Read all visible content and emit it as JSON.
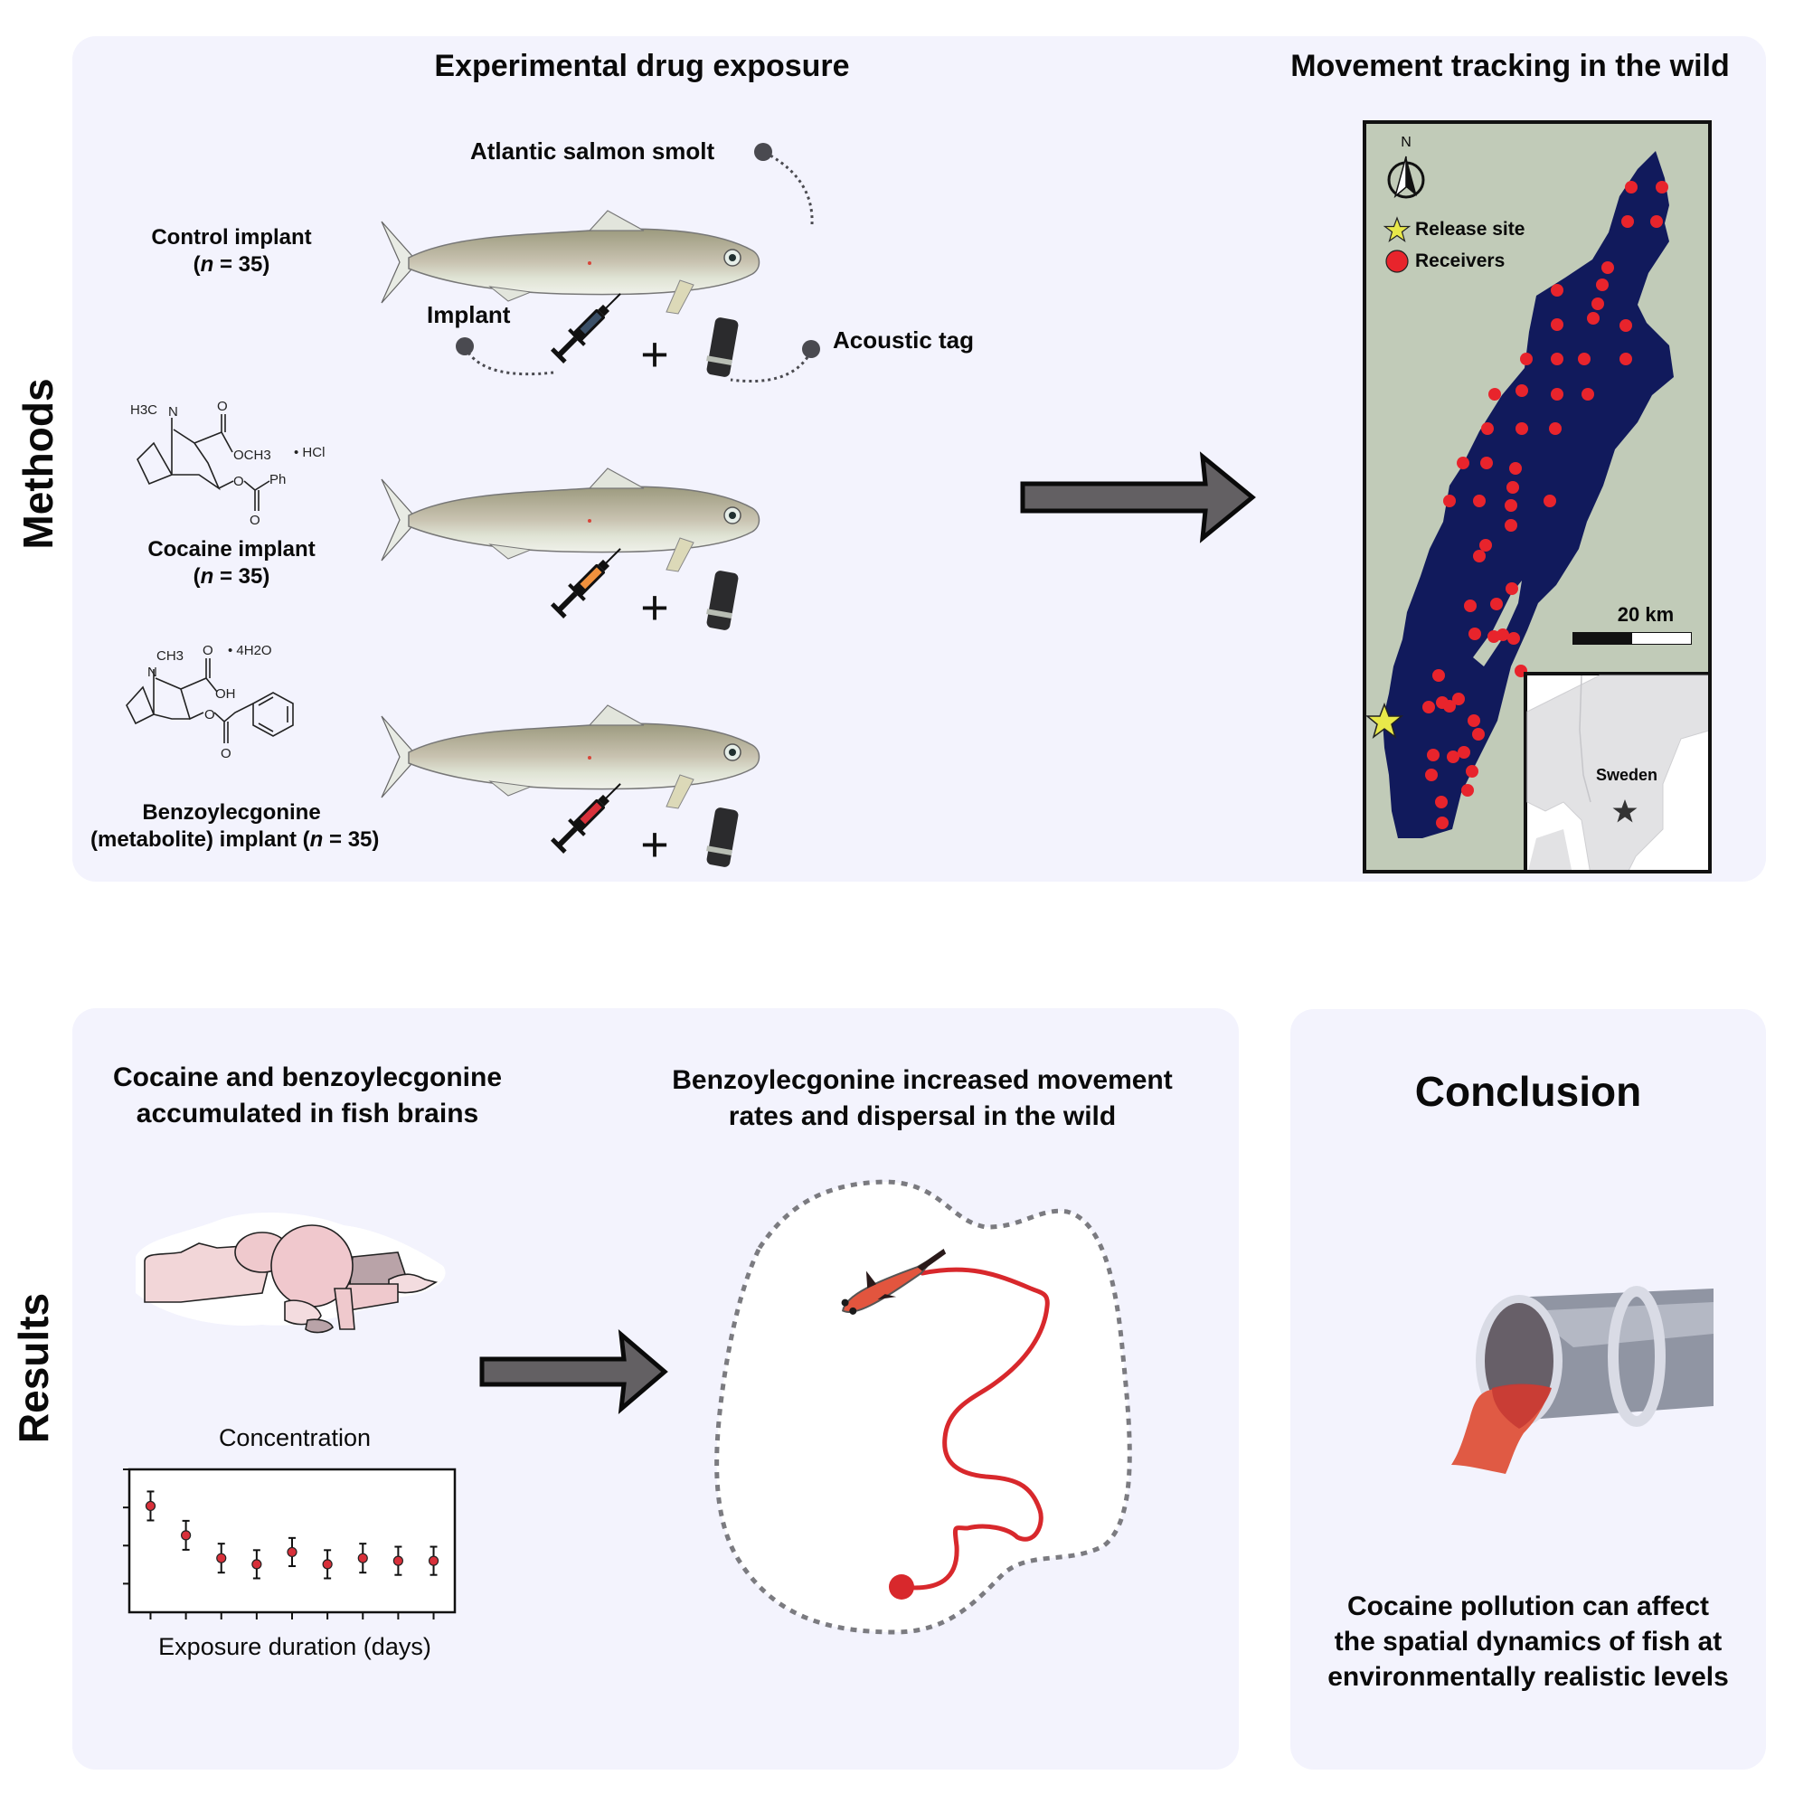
{
  "sections": {
    "methods_label": "Methods",
    "results_label": "Results"
  },
  "methods": {
    "exposure_title": "Experimental drug exposure",
    "tracking_title": "Movement tracking in the wild",
    "fish_callout": "Atlantic salmon smolt",
    "implant_callout": "Implant",
    "tag_callout": "Acoustic tag",
    "plus_sign": "+",
    "groups": [
      {
        "name": "Control implant",
        "n_label": "(n = 35)",
        "n_prefix": "(",
        "n_var": "n",
        "n_suffix": " = 35)",
        "syringe_color": "#3b5068"
      },
      {
        "name": "Cocaine implant",
        "n_prefix": "(",
        "n_var": "n",
        "n_suffix": " = 35)",
        "syringe_color": "#f0913d",
        "formula": {
          "methyl_n": "H3C",
          "n_atom": "N",
          "ester": "OCH3",
          "salt": "• HCl",
          "ph": "Ph",
          "o1": "O",
          "o2": "O",
          "o3": "O"
        }
      },
      {
        "name": "Benzoylecgonine",
        "name_line2_prefix": "(metabolite) implant (",
        "n_var": "n",
        "n_suffix": " = 35)",
        "syringe_color": "#d8303a",
        "formula": {
          "methyl": "CH3",
          "n_atom": "N",
          "acid": "OH",
          "salt": "• 4H2O",
          "o1": "O",
          "o2": "O",
          "o3": "O"
        }
      }
    ],
    "map": {
      "north": "N",
      "legend": [
        {
          "icon": "star-icon",
          "label": "Release site",
          "color": "#e8e84a"
        },
        {
          "icon": "circle-icon",
          "label": "Receivers",
          "color": "#e8242c"
        }
      ],
      "scale_label": "20 km",
      "inset_label": "Sweden",
      "lake_color": "#111a5c",
      "land_color": "#c1cbb8"
    }
  },
  "results": {
    "brain_title_line1": "Cocaine and benzoylecgonine",
    "brain_title_line2": "accumulated in fish brains",
    "movement_title_line1": "Benzoylecgonine increased movement",
    "movement_title_line2": "rates and dispersal in the wild",
    "conclusion_title": "Conclusion",
    "conclusion_line1": "Cocaine pollution can affect",
    "conclusion_line2": "the spatial dynamics of fish at",
    "conclusion_line3": "environmentally realistic levels"
  },
  "chart_data": {
    "type": "scatter",
    "title": "Concentration",
    "xlabel": "Exposure duration (days)",
    "ylabel": "",
    "x": [
      1,
      2,
      3,
      4,
      5,
      6,
      7,
      8,
      9
    ],
    "values": [
      3.04,
      2.27,
      1.67,
      1.51,
      1.83,
      1.51,
      1.67,
      1.6,
      1.6
    ],
    "error": [
      0.38,
      0.38,
      0.38,
      0.37,
      0.37,
      0.37,
      0.38,
      0.37,
      0.37
    ],
    "ylim": [
      0.25,
      4.0
    ],
    "xlim": [
      0.4,
      9.6
    ],
    "yticks": [
      1,
      2,
      3,
      4
    ],
    "tick_labels_shown": false,
    "grid": false,
    "marker_color": "#d8303a"
  }
}
